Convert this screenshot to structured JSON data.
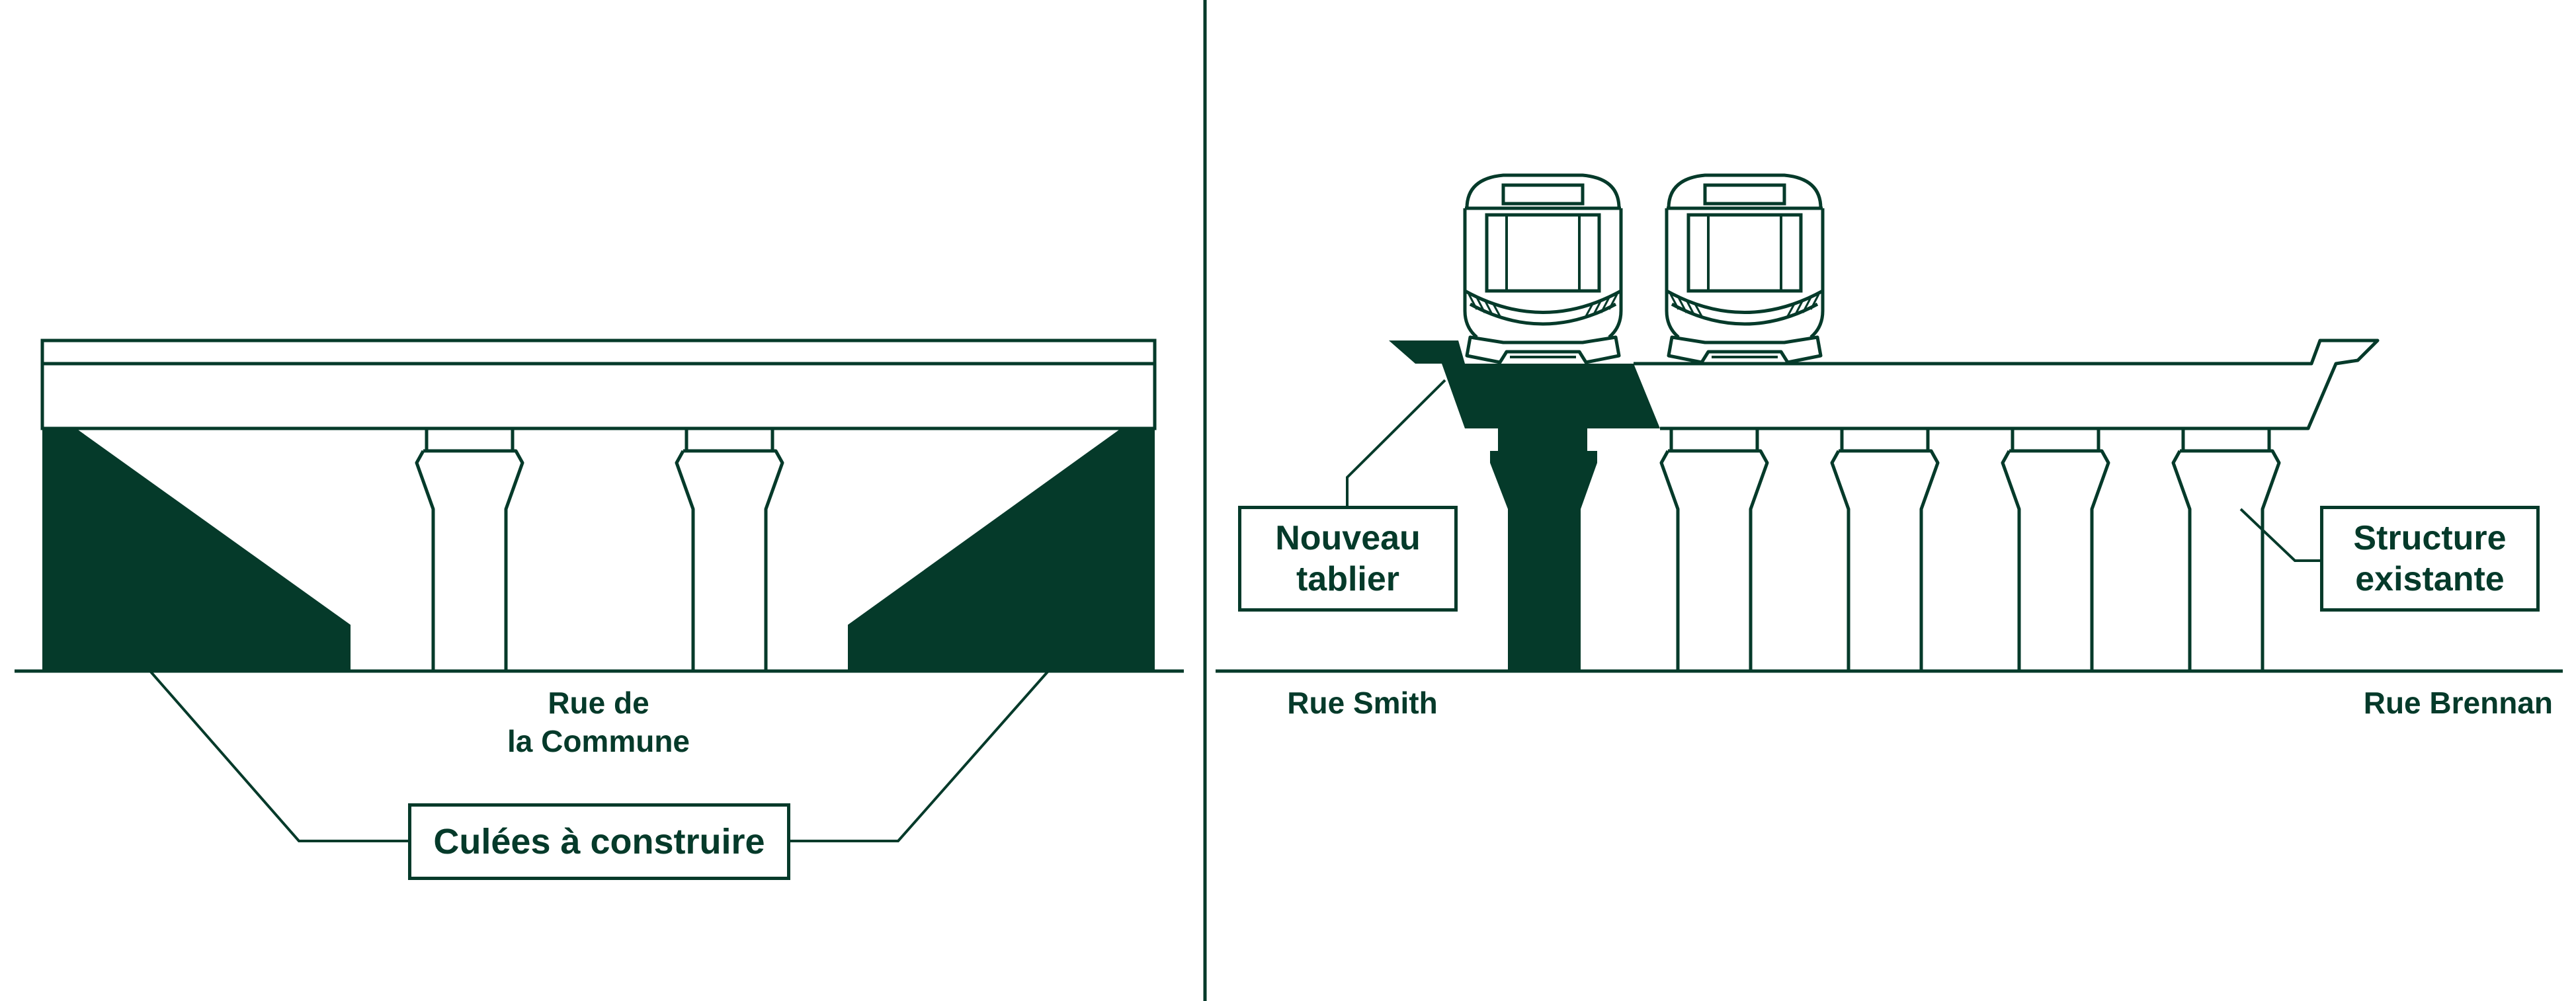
{
  "colors": {
    "ink": "#053a2a",
    "background": "#ffffff"
  },
  "left_panel": {
    "street_label": [
      "Rue de",
      "la Commune"
    ],
    "callout_label": "Culées à construire"
  },
  "right_panel": {
    "new_deck_label": [
      "Nouveau",
      "tablier"
    ],
    "existing_label": [
      "Structure",
      "existante"
    ],
    "street_left": "Rue Smith",
    "street_right": "Rue Brennan"
  },
  "icons": [
    "train-front-icon",
    "train-front-icon"
  ]
}
